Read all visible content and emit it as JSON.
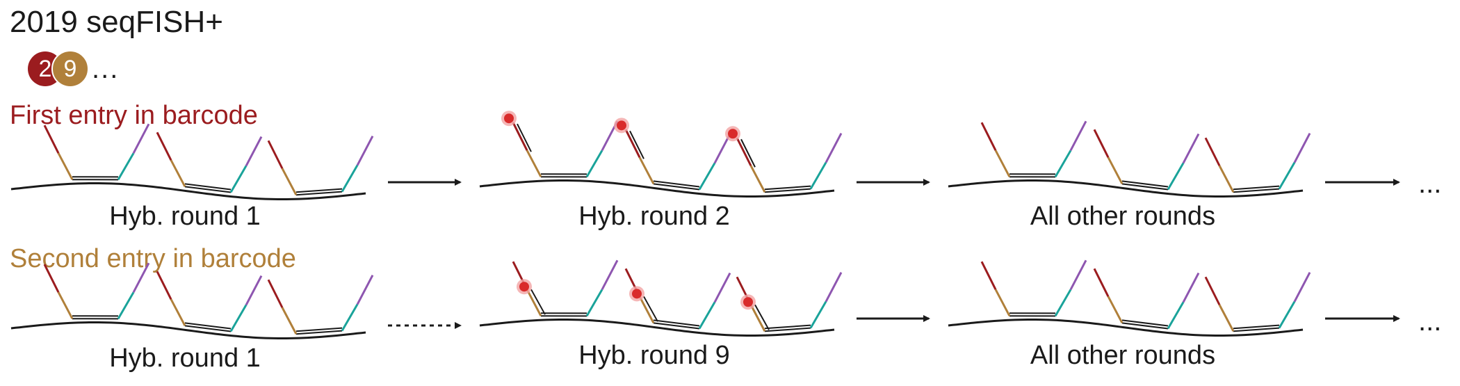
{
  "title": "2019 seqFISH+",
  "barcode": {
    "first": "2",
    "second": "9",
    "more": "..."
  },
  "sections": {
    "first": "First entry in barcode",
    "second": "Second entry in barcode"
  },
  "row1": {
    "captions": [
      "Hyb. round 1",
      "Hyb. round 2",
      "All other rounds"
    ],
    "trail": "..."
  },
  "row2": {
    "captions": [
      "Hyb. round 1",
      "Hyb. round 9",
      "All other rounds"
    ],
    "trail": "..."
  },
  "colors": {
    "first_red": "#9b1c1f",
    "second_gold": "#b0803a",
    "readout_purple": "#8e56b0",
    "readout_teal": "#1aa39a",
    "fluor_dot": "#d92b2b",
    "arrow": "#1a1a1a"
  }
}
